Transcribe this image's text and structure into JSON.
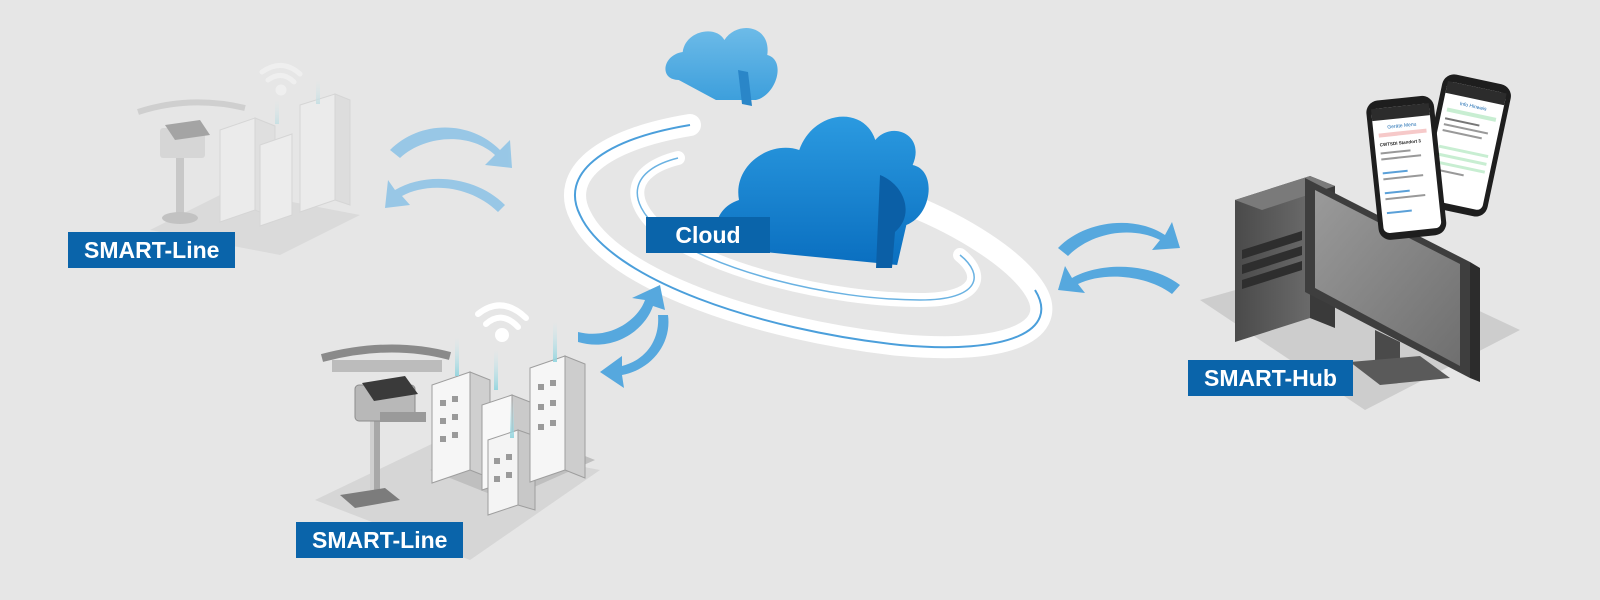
{
  "labels": {
    "cloud": "Cloud",
    "smart_line_top": "SMART-Line",
    "smart_line_bottom": "SMART-Line",
    "smart_hub": "SMART-Hub"
  },
  "phones": {
    "front": {
      "header": "Geräte Menu",
      "device": "CWTSDI Standort 3"
    },
    "back": {
      "header": "Info Hinweis"
    }
  },
  "icons": {
    "cloud": "cloud-icon",
    "wifi": "wifi-icon",
    "arrows": "sync-arrows-icon",
    "computer": "desktop-computer-icon",
    "phone": "smartphone-icon",
    "sensor": "sensor-mast-icon",
    "buildings": "city-buildings-icon"
  },
  "colors": {
    "label_bg": "#0a64aa",
    "cloud_blue": "#1a86d2",
    "arrow_blue": "#56a8de",
    "background": "#e6e6e6"
  }
}
